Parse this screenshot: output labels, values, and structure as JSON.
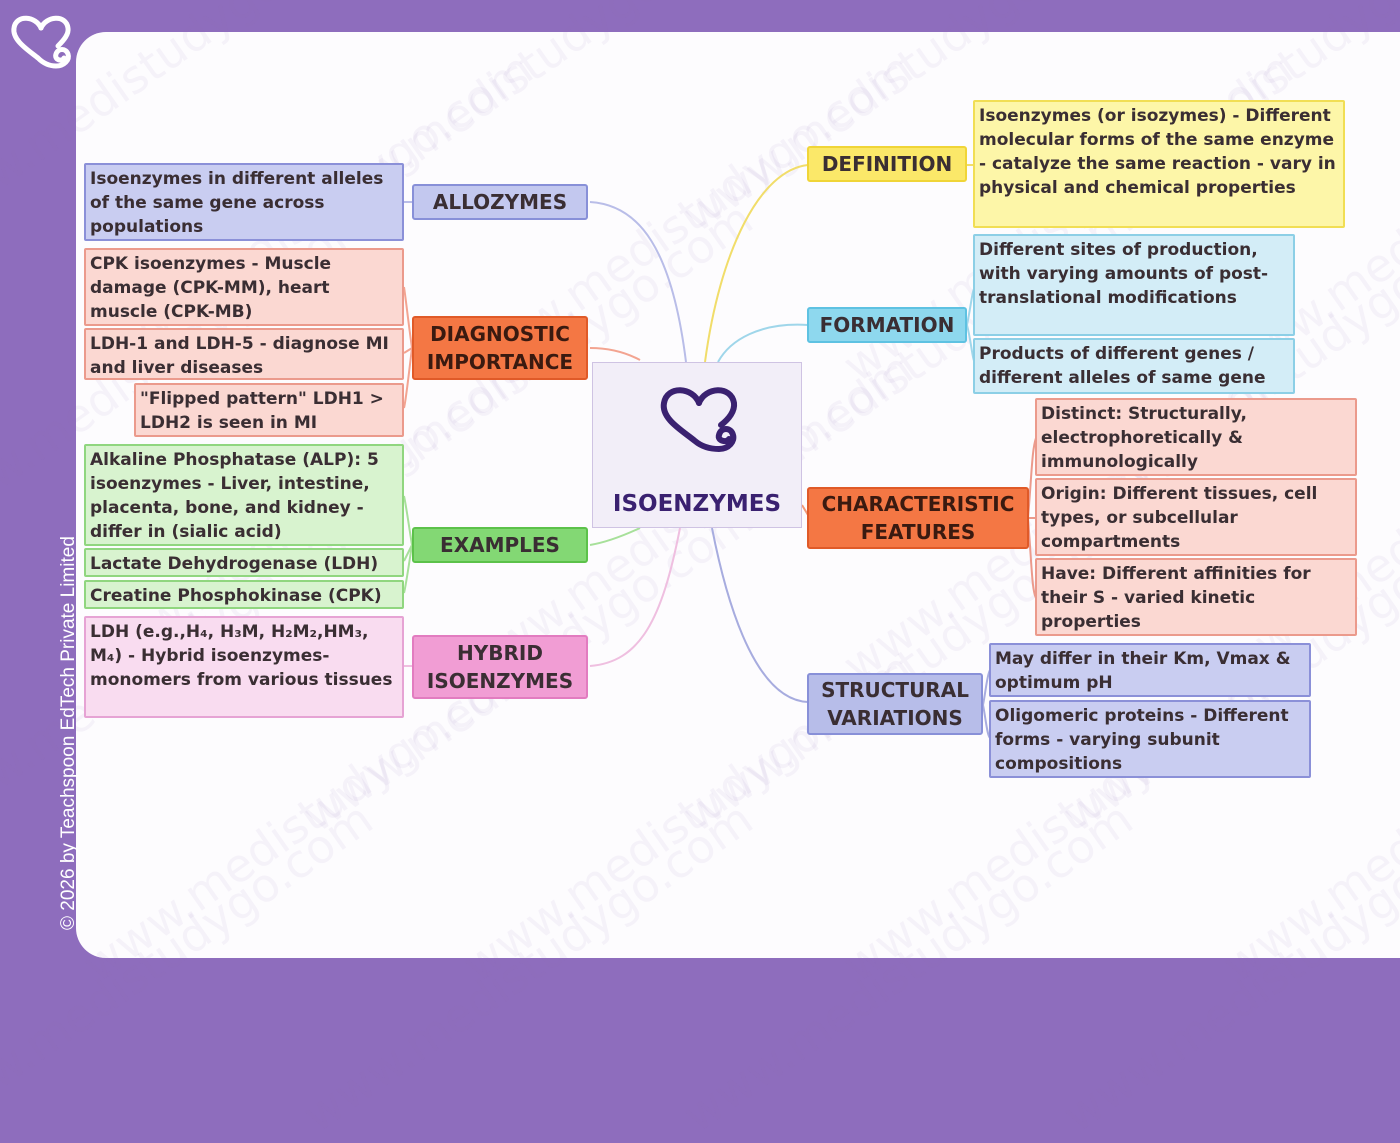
{
  "branding": {
    "copyright": "© 2026 by Teachspoon EdTech Private Limited",
    "watermark": "www.medistudygo.com",
    "logo_icon": "heart-stethoscope-icon",
    "frame_color": "#8e6dbd"
  },
  "center": {
    "title": "ISOENZYMES"
  },
  "branches": {
    "definition": {
      "label": "DEFINITION",
      "items": [
        "Isoenzymes (or isozymes) - Different molecular forms of the same enzyme - catalyze the same reaction - vary in physical and chemical properties"
      ]
    },
    "formation": {
      "label": "FORMATION",
      "items": [
        "Different sites of production, with varying amounts of post-translational modifications",
        "Products of different genes / different alleles of same gene"
      ]
    },
    "characteristic": {
      "label": "CHARACTERISTIC FEATURES",
      "items": [
        "Distinct: Structurally, electrophoretically & immunologically",
        "Origin: Different tissues, cell types, or subcellular compartments",
        "Have: Different affinities for their S - varied kinetic properties"
      ]
    },
    "structural": {
      "label": "STRUCTURAL VARIATIONS",
      "items": [
        "May differ in their Km, Vmax & optimum pH",
        "Oligomeric proteins - Different forms - varying subunit compositions"
      ]
    },
    "allozymes": {
      "label": "ALLOZYMES",
      "items": [
        "Isoenzymes in different alleles of the same gene across populations"
      ]
    },
    "diagnostic": {
      "label": "DIAGNOSTIC IMPORTANCE",
      "items": [
        "CPK isoenzymes - Muscle damage (CPK-MM), heart muscle (CPK-MB)",
        "LDH-1 and LDH-5 - diagnose MI and liver diseases",
        "\"Flipped pattern\" LDH1 > LDH2 is seen in MI"
      ]
    },
    "examples": {
      "label": "EXAMPLES",
      "items": [
        "Alkaline Phosphatase (ALP): 5 isoenzymes - Liver, intestine, placenta, bone, and kidney - differ in (sialic acid)",
        "Lactate Dehydrogenase (LDH)",
        "Creatine Phosphokinase (CPK)"
      ]
    },
    "hybrid": {
      "label": "HYBRID ISOENZYMES",
      "items": [
        "LDH (e.g.,H₄, H₃M, H₂M₂,HM₃, M₄) - Hybrid isoenzymes- monomers from various tissues"
      ]
    }
  }
}
